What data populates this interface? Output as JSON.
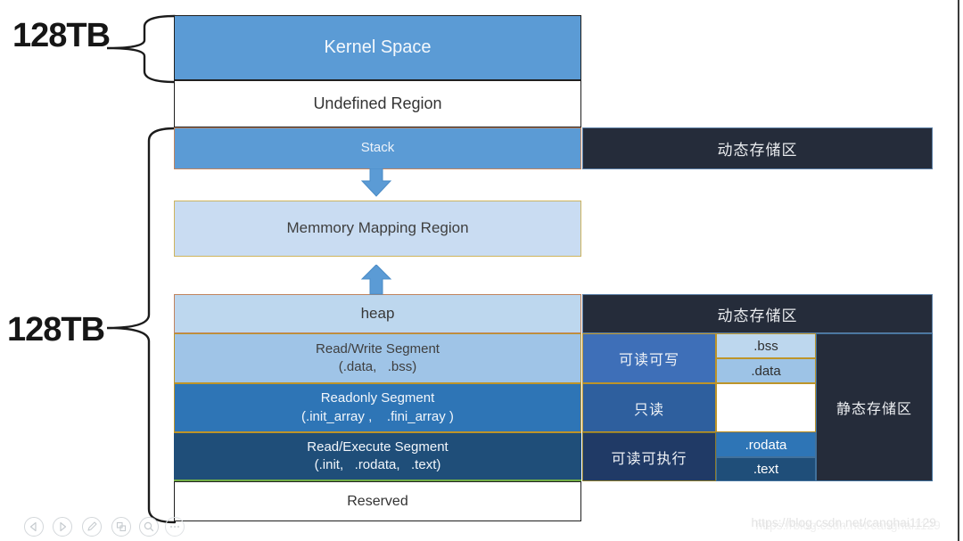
{
  "size_labels": {
    "top": "128TB",
    "bottom": "128TB"
  },
  "memory_column": {
    "kernel": {
      "label": "Kernel Space"
    },
    "undefined_region": {
      "label": "Undefined Region"
    },
    "stack": {
      "label": "Stack"
    },
    "memory_mapping": {
      "label": "Memmory Mapping Region"
    },
    "heap": {
      "label": "heap"
    },
    "read_write": {
      "label": "Read/Write Segment",
      "detail": "(.data,   .bss)"
    },
    "readonly": {
      "label": "Readonly Segment",
      "detail": "(.init_array ,    .fini_array )"
    },
    "read_execute": {
      "label": "Read/Execute Segment",
      "detail": "(.init,   .rodata,   .text)"
    },
    "reserved": {
      "label": "Reserved"
    }
  },
  "right_panel": {
    "dynamic_storage_top": {
      "label": "动态存储区"
    },
    "dynamic_storage_bottom": {
      "label": "动态存储区"
    },
    "perm_read_write": {
      "label": "可读可写"
    },
    "perm_readonly": {
      "label": "只读"
    },
    "perm_read_execute": {
      "label": "可读可执行"
    },
    "static_storage": {
      "label": "静态存储区"
    },
    "sections": {
      "bss": ".bss",
      "data": ".data",
      "rodata": ".rodata",
      "text": ".text"
    }
  },
  "toolbar": {
    "icons": [
      "previous-slide-icon",
      "next-slide-icon",
      "pen-icon",
      "slide-overview-icon",
      "zoom-icon",
      "more-options-icon"
    ]
  },
  "watermark": {
    "text": "https://blog.csdn.net/canghai1129"
  },
  "colors": {
    "kernel_blue": "#5B9BD5",
    "light_blue": "#BDD7EE",
    "soft_blue": "#9DC3E6",
    "medium_blue": "#2E75B6",
    "dark_blue": "#1F4E79",
    "royal_blue": "#3E6FB8",
    "navy": "#203A66",
    "dark_bar": "#252C3A",
    "gold_border": "#BD9429",
    "tan_border": "#C0845E",
    "green_border": "#70AD47"
  }
}
